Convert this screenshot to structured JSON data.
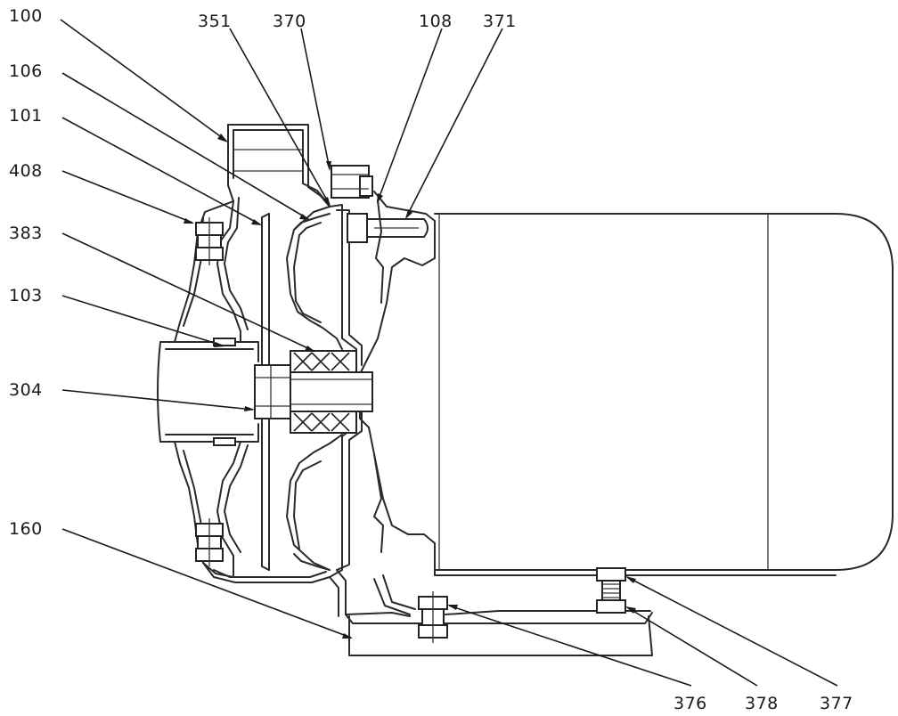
{
  "callouts": [
    {
      "id": "100",
      "label": "100"
    },
    {
      "id": "351",
      "label": "351"
    },
    {
      "id": "370",
      "label": "370"
    },
    {
      "id": "108",
      "label": "108"
    },
    {
      "id": "371",
      "label": "371"
    },
    {
      "id": "106",
      "label": "106"
    },
    {
      "id": "101",
      "label": "101"
    },
    {
      "id": "408",
      "label": "408"
    },
    {
      "id": "383",
      "label": "383"
    },
    {
      "id": "103",
      "label": "103"
    },
    {
      "id": "304",
      "label": "304"
    },
    {
      "id": "160",
      "label": "160"
    },
    {
      "id": "376",
      "label": "376"
    },
    {
      "id": "378",
      "label": "378"
    },
    {
      "id": "377",
      "label": "377"
    }
  ],
  "colors": {
    "line": "#2a2a2a",
    "background": "#ffffff"
  }
}
